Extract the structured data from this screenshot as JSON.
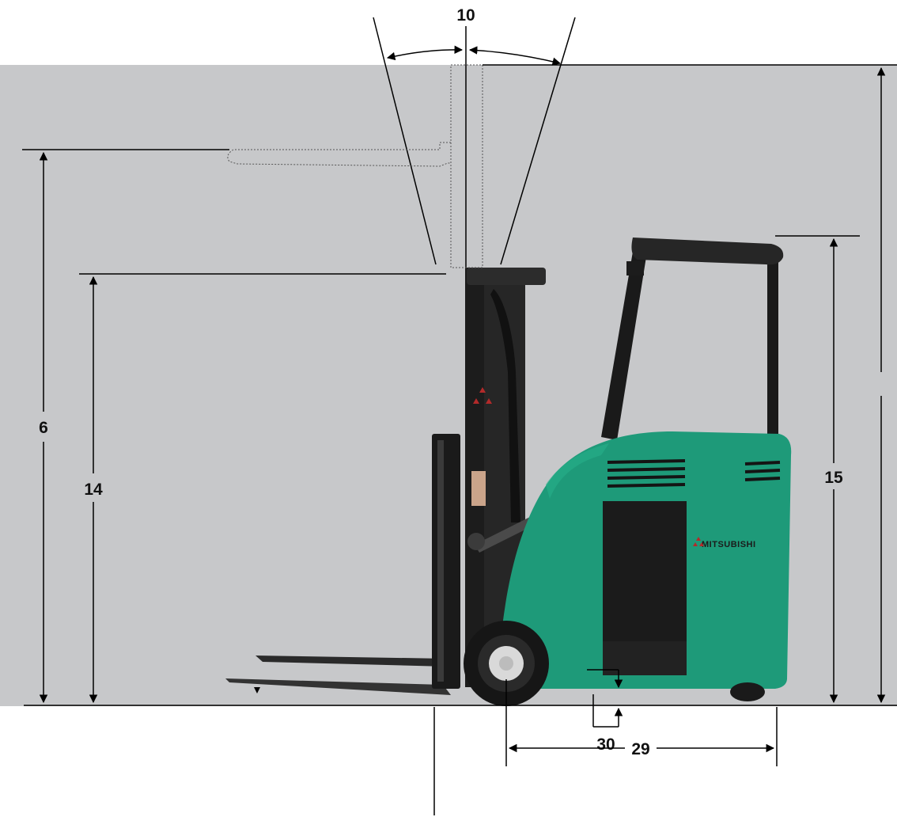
{
  "dimensions": {
    "tilt_angle": "10",
    "max_fork_height": "6",
    "lowered_mast_height": "14",
    "overhead_guard_height": "15",
    "ground_clearance": "30",
    "wheelbase": "29"
  },
  "truck": {
    "brand": "MITSUBISHI"
  },
  "colors": {
    "background_panel": "#c7c8ca",
    "body_green": "#1e9a79",
    "mast_black": "#1c1c1c",
    "dimension_lines": "#000000"
  }
}
